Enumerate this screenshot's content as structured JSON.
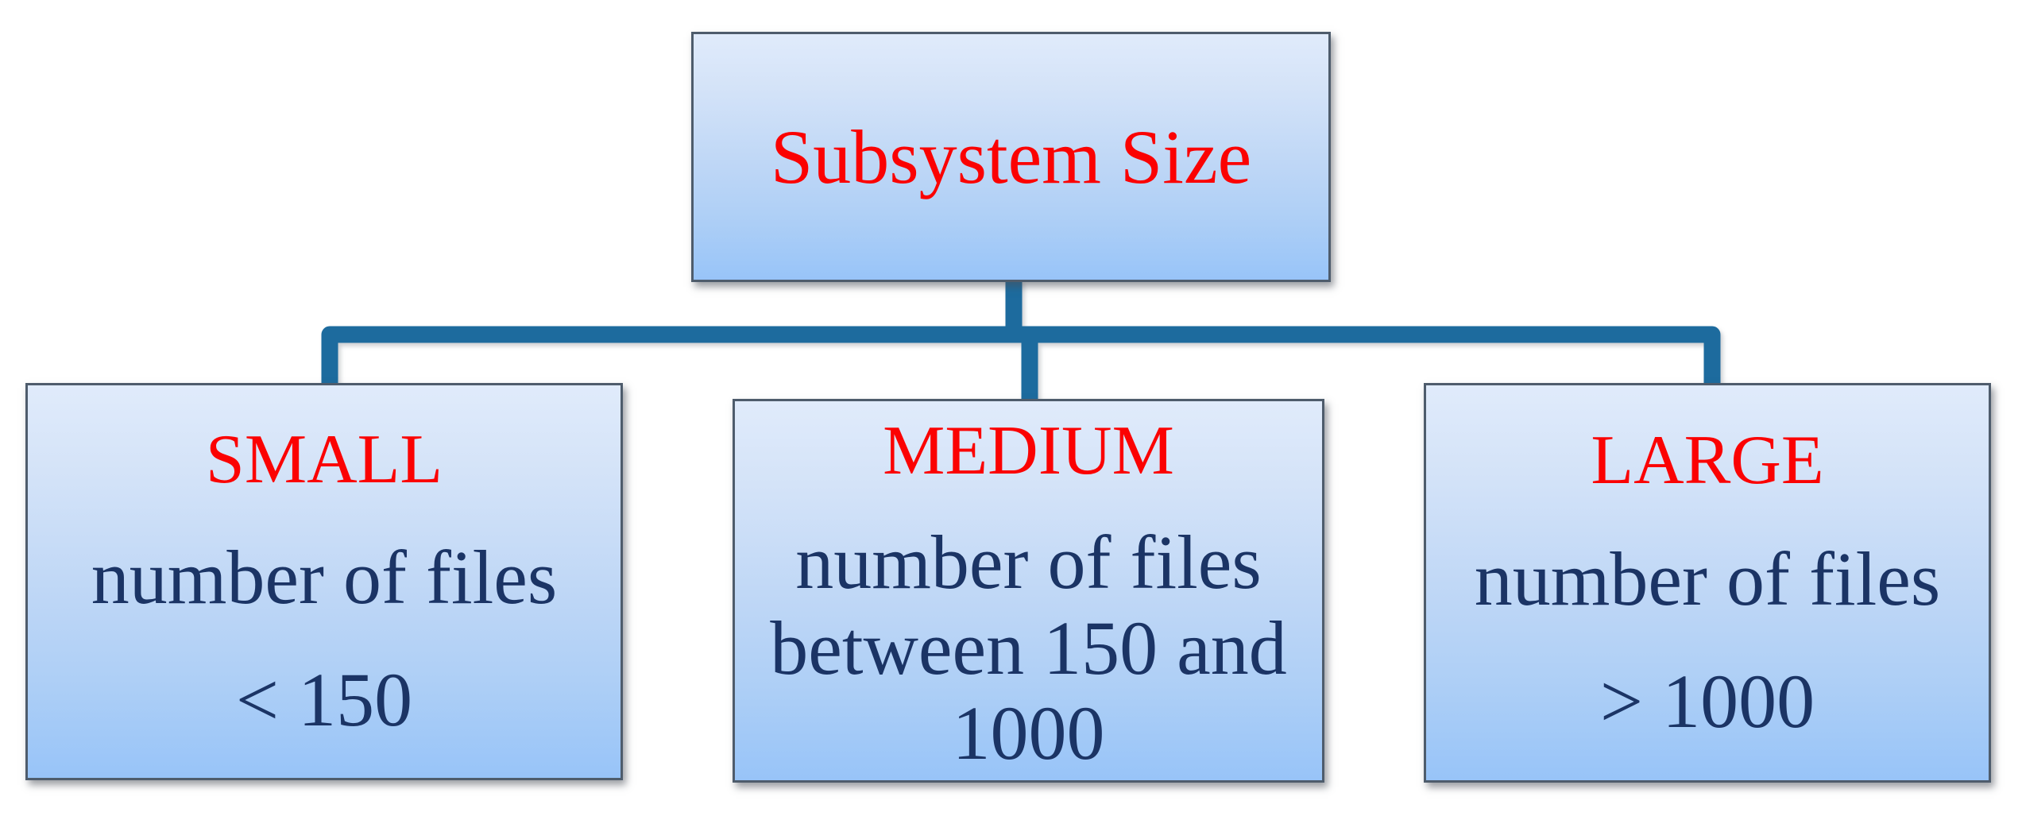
{
  "diagram": {
    "nodes": {
      "root": {
        "label": "Subsystem Size"
      },
      "small": {
        "header": "SMALL",
        "lines": [
          "number of files",
          "< 150"
        ]
      },
      "medium": {
        "header": "MEDIUM",
        "lines": [
          "number of files",
          "between 150 and",
          "1000"
        ]
      },
      "large": {
        "header": "LARGE",
        "lines": [
          "number of files",
          "> 1000"
        ]
      }
    }
  },
  "colors": {
    "background": "#ffffff",
    "header_text": "#fb0202",
    "body_text": "#1b3465",
    "connector": "#1d6b9e",
    "node_border": "#4e5c6c",
    "node_fill_top": "#e0ebfb",
    "node_fill_bottom": "#98c4f8"
  }
}
